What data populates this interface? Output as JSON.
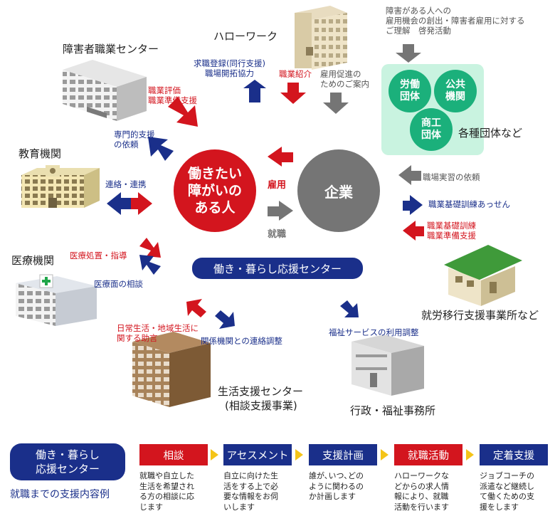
{
  "nodes": {
    "disability_vocational_center": "障害者職業センター",
    "hello_work": "ハローワーク",
    "education": "教育機関",
    "medical": "医療機関",
    "livelihood_center_line1": "生活支援センター",
    "livelihood_center_line2": "(相談支援事業)",
    "welfare_office": "行政・福祉事務所",
    "transition_support": "就労移行支援事業所など",
    "organizations": "各種団体など"
  },
  "center_person": [
    "働きたい",
    "障がいの",
    "ある人"
  ],
  "company": "企業",
  "hub_center": "働き・暮らし応援センター",
  "org_circles": {
    "labor": "労働\n団体",
    "public": "公共\n機関",
    "commerce": "商工\n団体"
  },
  "awareness_text": [
    "障害がある人への",
    "雇用機会の創出・障害者雇用に対する",
    "ご理解　啓発活動"
  ],
  "flows": {
    "job_registration": [
      "求職登録(同行支援)",
      "職場開拓協力"
    ],
    "job_referral": "職業紹介",
    "employment_promotion": [
      "雇用促進の",
      "ためのご案内"
    ],
    "vocational_evaluation": [
      "職業評価",
      "職業準備支援"
    ],
    "specialist_request": [
      "専門的支援",
      "の依頼"
    ],
    "liaison": "連絡・連携",
    "hire": "雇用",
    "employment": "就職",
    "workplace_training_request": "職場実習の依頼",
    "vocational_training_arrangement": "職業基礎訓練あっせん",
    "vocational_training_support": [
      "職業基礎訓練",
      "職業準備支援"
    ],
    "medical_treatment": "医療処置・指導",
    "medical_consultation": "医療面の相談",
    "daily_life_advice": [
      "日常生活・地域生活に",
      "関する助言"
    ],
    "coordination": "関係機関との連絡調整",
    "welfare_service": "福祉サービスの利用調整"
  },
  "bottom": {
    "pill_line1": "働き・暮らし",
    "pill_line2": "応援センター",
    "caption": "就職までの支援内容例",
    "steps": [
      {
        "title": "相談",
        "color": "#d3151e",
        "text": "就職や自立した\n生活を希望され\nる方の相談に応\nじます"
      },
      {
        "title": "アセスメント",
        "color": "#1a2f8a",
        "text": "自立に向けた生\n活をする上で必\n要な情報をお伺\nいします"
      },
      {
        "title": "支援計画",
        "color": "#1a2f8a",
        "text": "誰が､いつ､どの\nように関わるの\nか計画します"
      },
      {
        "title": "就職活動",
        "color": "#d3151e",
        "text": "ハローワークな\nどからの求人情\n報により、就職\n活動を行います"
      },
      {
        "title": "定着支援",
        "color": "#1a2f8a",
        "text": "ジョブコーチの\n派遣など継続し\nて働くための支\n援をします"
      }
    ]
  },
  "colors": {
    "red": "#d3151e",
    "blue": "#1a2f8a",
    "gray": "#757575",
    "green": "#1bb07b",
    "mint": "#c9f3e0",
    "yellow": "#f4c418"
  }
}
